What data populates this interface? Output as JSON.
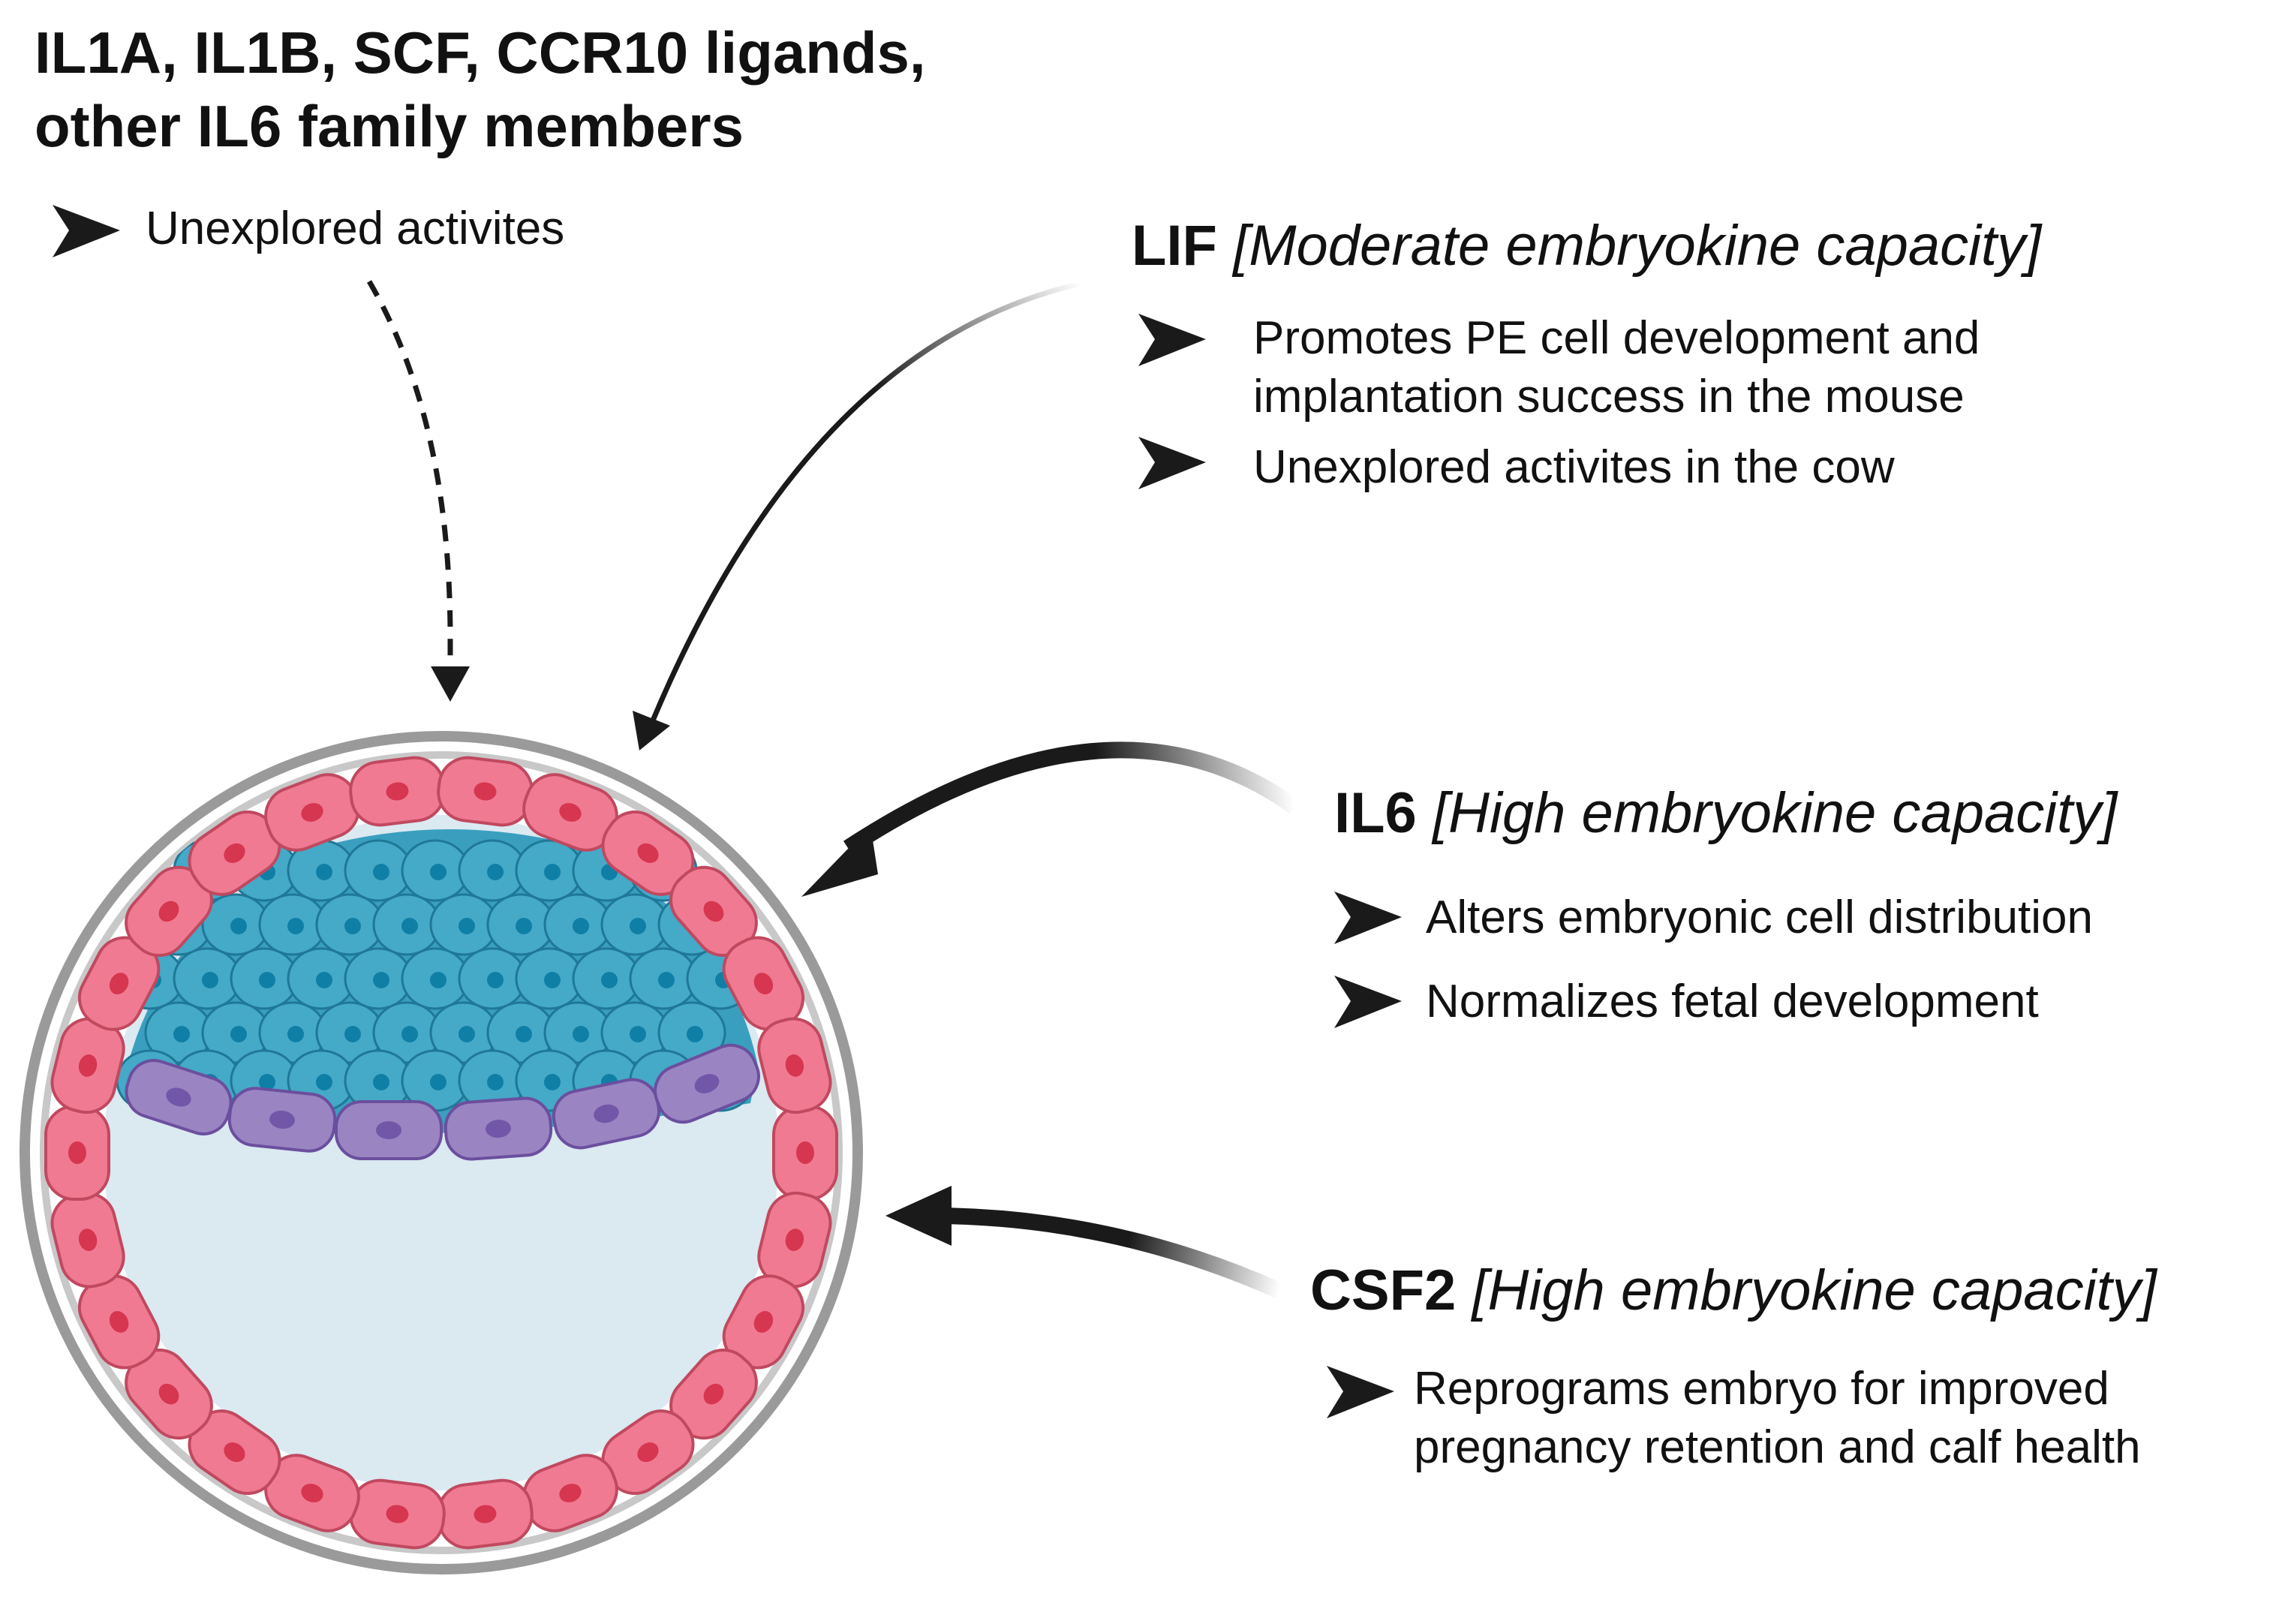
{
  "top_left": {
    "title_line1": "IL1A, IL1B, SCF, CCR10 ligands,",
    "title_line2": "other IL6 family members",
    "bullet1": "Unexplored activites"
  },
  "lif": {
    "name": "LIF",
    "capacity": "[Moderate embryokine capacity]",
    "bullet1_line1": "Promotes PE cell development and",
    "bullet1_line2": "implantation success in the mouse",
    "bullet2": "Unexplored activites in the cow"
  },
  "il6": {
    "name": "IL6",
    "capacity": "[High embryokine capacity]",
    "bullet1": "Alters embryonic cell distribution",
    "bullet2": "Normalizes fetal development"
  },
  "csf2": {
    "name": "CSF2",
    "capacity": "[High embryokine capacity]",
    "bullet1_line1": "Reprograms embryo for improved",
    "bullet1_line2": "pregnancy retention and calf health"
  },
  "colors": {
    "zona_outer": "#9a9a9a",
    "zona_inner": "#c8c8c8",
    "blastocoel": "#dbe9f1",
    "trophectoderm_fill": "#f07a92",
    "trophectoderm_stroke": "#c0495f",
    "trophectoderm_nucleus": "#d6364f",
    "icm_fill": "#45a9c8",
    "icm_stroke": "#1f7896",
    "icm_nucleus": "#0f7fa6",
    "pe_fill": "#9b84c2",
    "pe_stroke": "#6b4f9e",
    "pe_nucleus": "#7257a8",
    "arrow": "#1a1a1a"
  }
}
